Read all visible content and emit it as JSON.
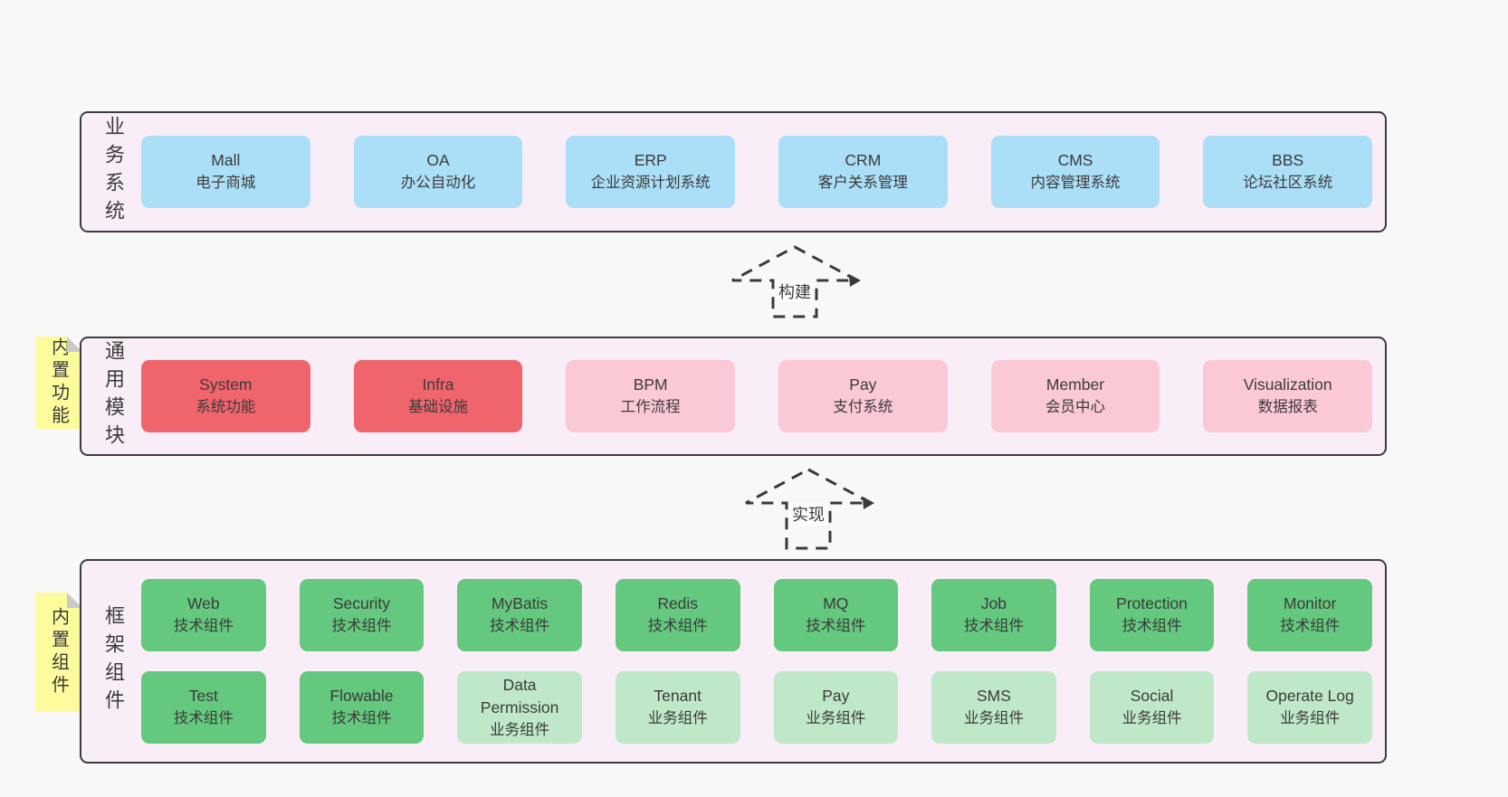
{
  "diagram": {
    "background": "#f8f8f8",
    "container_background": "#f9eef7",
    "border_color": "#3c3c3c",
    "text_color": "#3b3b3b"
  },
  "palette": {
    "blue": "#abdef7",
    "red": "#f0646c",
    "pink": "#fbc9d5",
    "green": "#64c87e",
    "lightgreen": "#bfe8c8",
    "sticky_yellow": "#fcfc9c",
    "sticky_fold_gray": "#c9c9c9",
    "dash_color": "#3a3a3a"
  },
  "arrows": [
    {
      "label": "构建"
    },
    {
      "label": "实现"
    }
  ],
  "layers": [
    {
      "label": "业务系统",
      "rows": [
        [
          {
            "name": "Mall",
            "desc": "电子商城",
            "type": "blue"
          },
          {
            "name": "OA",
            "desc": "办公自动化",
            "type": "blue"
          },
          {
            "name": "ERP",
            "desc": "企业资源计划系统",
            "type": "blue"
          },
          {
            "name": "CRM",
            "desc": "客户关系管理",
            "type": "blue"
          },
          {
            "name": "CMS",
            "desc": "内容管理系统",
            "type": "blue"
          },
          {
            "name": "BBS",
            "desc": "论坛社区系统",
            "type": "blue"
          }
        ]
      ]
    },
    {
      "label": "通用模块",
      "sticky": "内置功能",
      "rows": [
        [
          {
            "name": "System",
            "desc": "系统功能",
            "type": "red"
          },
          {
            "name": "Infra",
            "desc": "基础设施",
            "type": "red"
          },
          {
            "name": "BPM",
            "desc": "工作流程",
            "type": "pink"
          },
          {
            "name": "Pay",
            "desc": "支付系统",
            "type": "pink"
          },
          {
            "name": "Member",
            "desc": "会员中心",
            "type": "pink"
          },
          {
            "name": "Visualization",
            "desc": "数据报表",
            "type": "pink"
          }
        ]
      ]
    },
    {
      "label": "框架组件",
      "sticky": "内置组件",
      "rows": [
        [
          {
            "name": "Web",
            "desc": "技术组件",
            "type": "green"
          },
          {
            "name": "Security",
            "desc": "技术组件",
            "type": "green"
          },
          {
            "name": "MyBatis",
            "desc": "技术组件",
            "type": "green"
          },
          {
            "name": "Redis",
            "desc": "技术组件",
            "type": "green"
          },
          {
            "name": "MQ",
            "desc": "技术组件",
            "type": "green"
          },
          {
            "name": "Job",
            "desc": "技术组件",
            "type": "green"
          },
          {
            "name": "Protection",
            "desc": "技术组件",
            "type": "green"
          },
          {
            "name": "Monitor",
            "desc": "技术组件",
            "type": "green"
          }
        ],
        [
          {
            "name": "Test",
            "desc": "技术组件",
            "type": "green"
          },
          {
            "name": "Flowable",
            "desc": "技术组件",
            "type": "green"
          },
          {
            "name": "Data Permission",
            "desc": "业务组件",
            "type": "lightgreen"
          },
          {
            "name": "Tenant",
            "desc": "业务组件",
            "type": "lightgreen"
          },
          {
            "name": "Pay",
            "desc": "业务组件",
            "type": "lightgreen"
          },
          {
            "name": "SMS",
            "desc": "业务组件",
            "type": "lightgreen"
          },
          {
            "name": "Social",
            "desc": "业务组件",
            "type": "lightgreen"
          },
          {
            "name": "Operate Log",
            "desc": "业务组件",
            "type": "lightgreen"
          }
        ]
      ]
    }
  ]
}
